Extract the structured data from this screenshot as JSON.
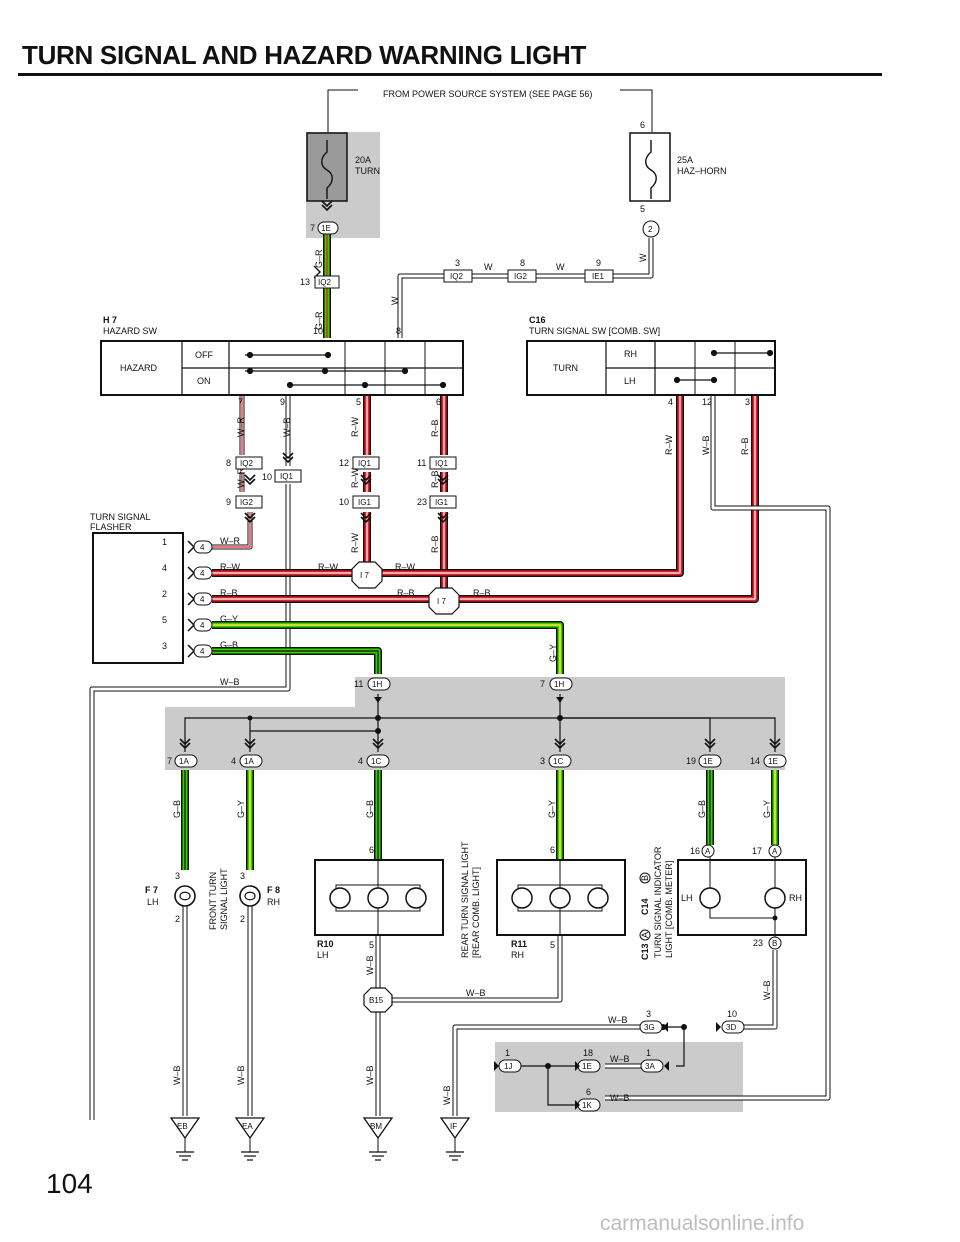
{
  "title": "TURN SIGNAL AND HAZARD WARNING LIGHT",
  "page_number": "104",
  "watermark": "carmanualsonline.info",
  "power_source": "FROM POWER SOURCE SYSTEM (SEE PAGE 56)",
  "colors": {
    "red_wire": "#e8202a",
    "green_wire": "#38d000",
    "yellow_wire": "#ecec3a",
    "shade": "#c8c8c8",
    "fuse_fill": "#9a9a9a"
  },
  "fuses": {
    "turn": {
      "line1": "20A",
      "line2": "TURN"
    },
    "haz": {
      "line1": "25A",
      "line2": "HAZ–HORN",
      "pin_top": "6",
      "pin_bottom": "5"
    }
  },
  "components": {
    "hazard_sw": {
      "code": "H 7",
      "name": "HAZARD SW",
      "label": "HAZARD",
      "off": "OFF",
      "on": "ON"
    },
    "turn_sw": {
      "code": "C16",
      "name": "TURN SIGNAL SW [COMB.  SW]",
      "label": "TURN",
      "rh": "RH",
      "lh": "LH"
    },
    "flasher": {
      "line1": "TURN SIGNAL",
      "line2": "FLASHER"
    },
    "f7": {
      "code": "F 7",
      "side": "LH"
    },
    "f8": {
      "code": "F 8",
      "side": "RH"
    },
    "front_light": {
      "line1": "FRONT TURN",
      "line2": "SIGNAL LIGHT"
    },
    "r10": {
      "code": "R10",
      "side": "LH"
    },
    "r11": {
      "code": "R11",
      "side": "RH"
    },
    "rear_light": {
      "line1": "REAR TURN SIGNAL LIGHT",
      "line2": "[REAR COMB.  LIGHT]"
    },
    "indicator": {
      "c13": "C13",
      "c14": "C14",
      "a": "A",
      "b": "B",
      "line1": "TURN SIGNAL INDICATOR",
      "line2": "LIGHT [COMB.  METER]",
      "lh": "LH",
      "rh": "RH"
    }
  },
  "connectors": {
    "1E_top": "1E",
    "2": "2",
    "IQ2_13": "IQ2",
    "IQ2_3": "IQ2",
    "IG2_8": "IG2",
    "IE1_9": "IE1",
    "IQ2_8": "IQ2",
    "IQ1_10": "IQ1",
    "IQ1_12": "IQ1",
    "IQ1_11": "IQ1",
    "IG2_9": "IG2",
    "IG1_10": "IG1",
    "IG1_23": "IG1",
    "f4": "4",
    "I7": "I 7",
    "1H_11": "1H",
    "1H_7": "1H",
    "1A_7": "1A",
    "1A_4": "1A",
    "1C_4": "1C",
    "1C_3": "1C",
    "1E_19": "1E",
    "1E_14": "1E",
    "B15": "B15",
    "3G": "3G",
    "3D": "3D",
    "3A": "3A",
    "1J": "1J",
    "1E_18": "1E",
    "1K": "1K",
    "EB": "EB",
    "EA": "EA",
    "BM": "BM",
    "IF": "IF"
  },
  "pins": {
    "p7": "7",
    "p13": "13",
    "p3": "3",
    "p8": "8",
    "p9": "9",
    "p10": "10",
    "p12": "12",
    "p11": "11",
    "p23": "23",
    "p4": "4",
    "p5": "5",
    "p6": "6",
    "p1": "1",
    "p2": "2",
    "p19": "19",
    "p14": "14",
    "p16": "16",
    "p17": "17",
    "p18": "18"
  },
  "wires": {
    "GR": "G–R",
    "W": "W",
    "WR": "W–R",
    "WB": "W–B",
    "RW": "R–W",
    "RB": "R–B",
    "GY": "G–Y",
    "GB": "G–B"
  }
}
